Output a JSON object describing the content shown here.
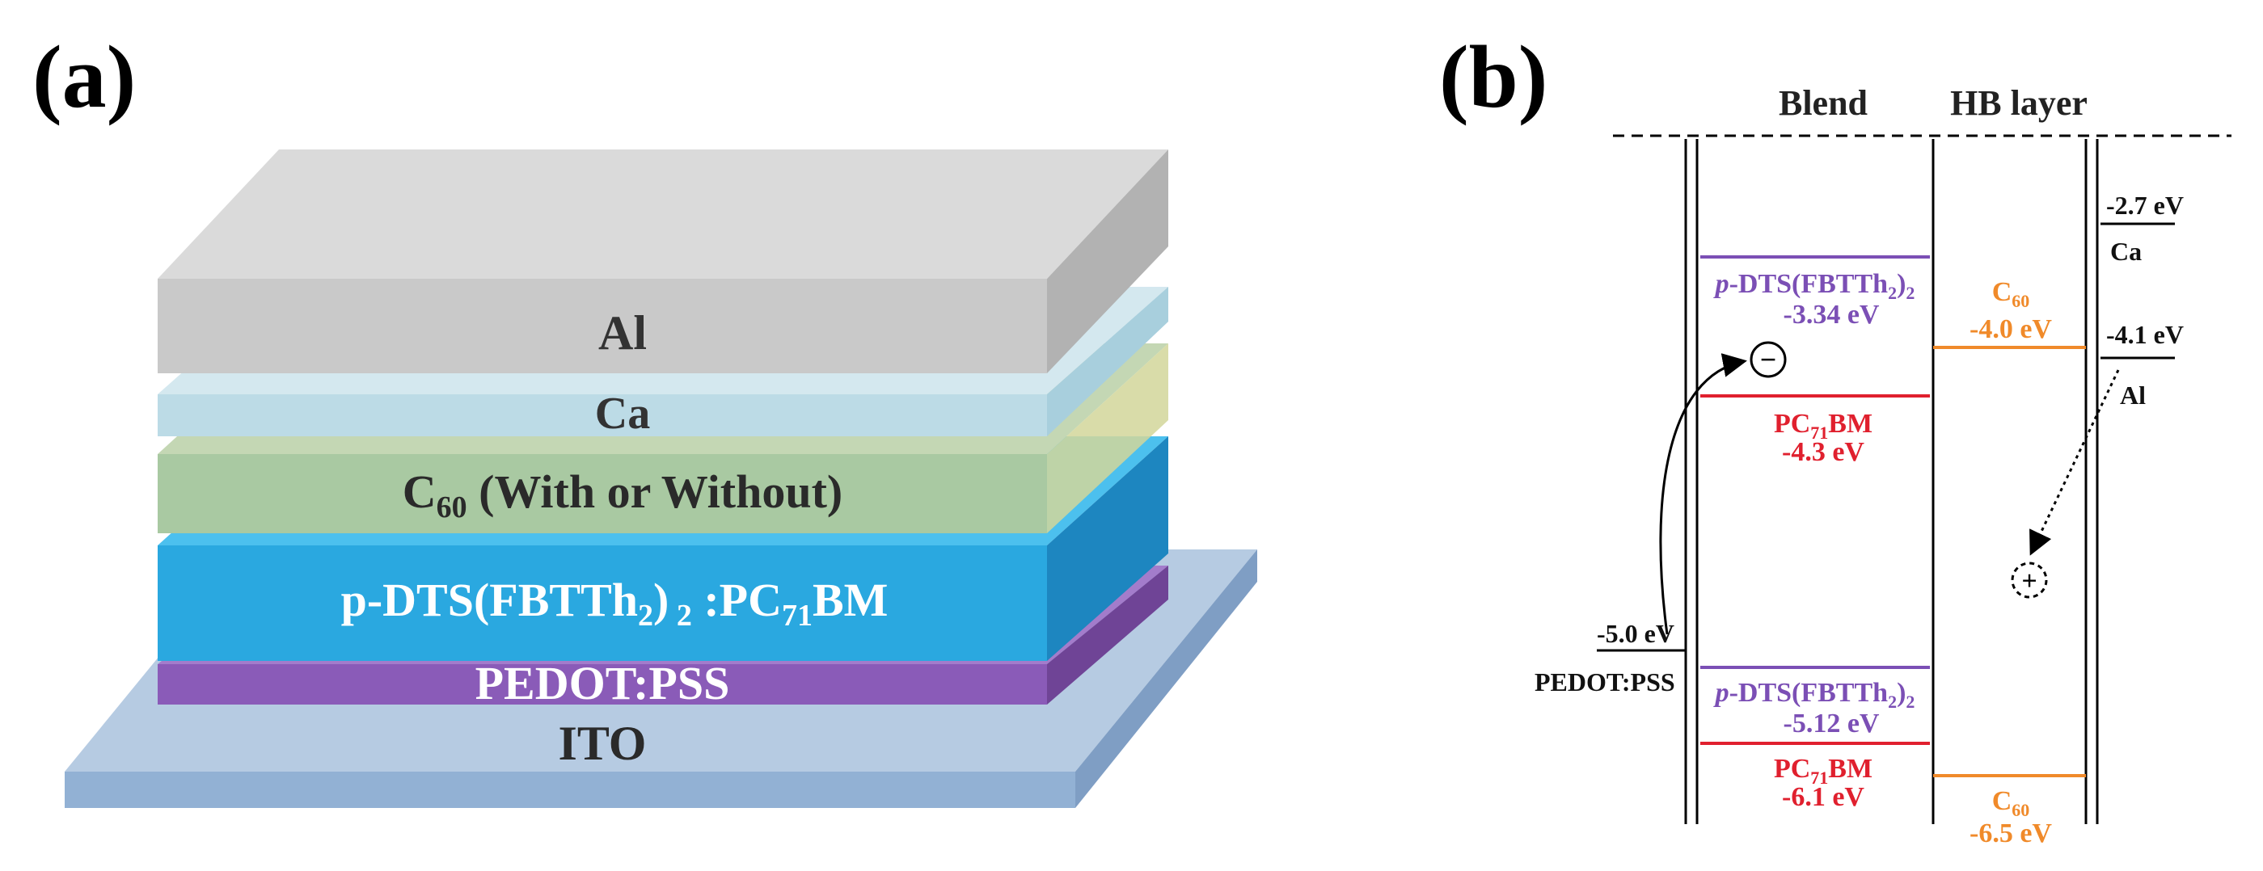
{
  "panel_a": {
    "label": "(a)",
    "layers": {
      "al": {
        "label": "Al"
      },
      "ca": {
        "label": "Ca"
      },
      "c60": {
        "label_prefix": "C",
        "label_sub": "60",
        "label_suffix": " (With or Without)"
      },
      "active": {
        "label_1": "p-DTS(FBTTh",
        "label_sub1": "2",
        "label_2": ")",
        "label_sub2": " 2",
        "label_3": " :PC",
        "label_sub3": "71",
        "label_4": "BM"
      },
      "pedot": {
        "label": "PEDOT:PSS"
      },
      "ito": {
        "label": "ITO"
      }
    },
    "colors": {
      "al": "#c9c9c9",
      "ca": "#bcdbe6",
      "c60": "#a9c9a2",
      "active": "#2aa8e0",
      "pedot": "#8e62b8",
      "ito": "#9ab6d6"
    }
  },
  "panel_b": {
    "label": "(b)",
    "headers": {
      "blend": "Blend",
      "hb": "HB layer"
    },
    "pedot": {
      "energy": "-5.0 eV",
      "name": "PEDOT:PSS"
    },
    "blend": {
      "donor_lumo": {
        "prefix": "p",
        "name": "-DTS(FBTTh",
        "sub": "2",
        "close": ")",
        "sub2": "2",
        "energy": "-3.34 eV"
      },
      "acceptor_lumo": {
        "name": "PC",
        "sub": "71",
        "name2": "BM",
        "energy": "-4.3 eV"
      },
      "donor_homo": {
        "prefix": "p",
        "name": "-DTS(FBTTh",
        "sub": "2",
        "close": ")",
        "sub2": "2",
        "energy": "-5.12 eV"
      },
      "acceptor_homo": {
        "name": "PC",
        "sub": "71",
        "name2": "BM",
        "energy": "-6.1 eV"
      }
    },
    "hb": {
      "lumo": {
        "name": "C",
        "sub": "60",
        "energy": "-4.0 eV"
      },
      "homo": {
        "name": "C",
        "sub": "60",
        "energy": "-6.5 eV"
      }
    },
    "cathode": {
      "ca": {
        "energy": "-2.7 eV",
        "name": "Ca"
      },
      "al": {
        "energy": "-4.1 eV",
        "name": "Al"
      }
    },
    "symbols": {
      "electron": "−",
      "hole": "+"
    },
    "colors": {
      "donor": "#7b4fb5",
      "acceptor": "#e0202e",
      "c60": "#f08a2a",
      "line": "#000000"
    }
  }
}
